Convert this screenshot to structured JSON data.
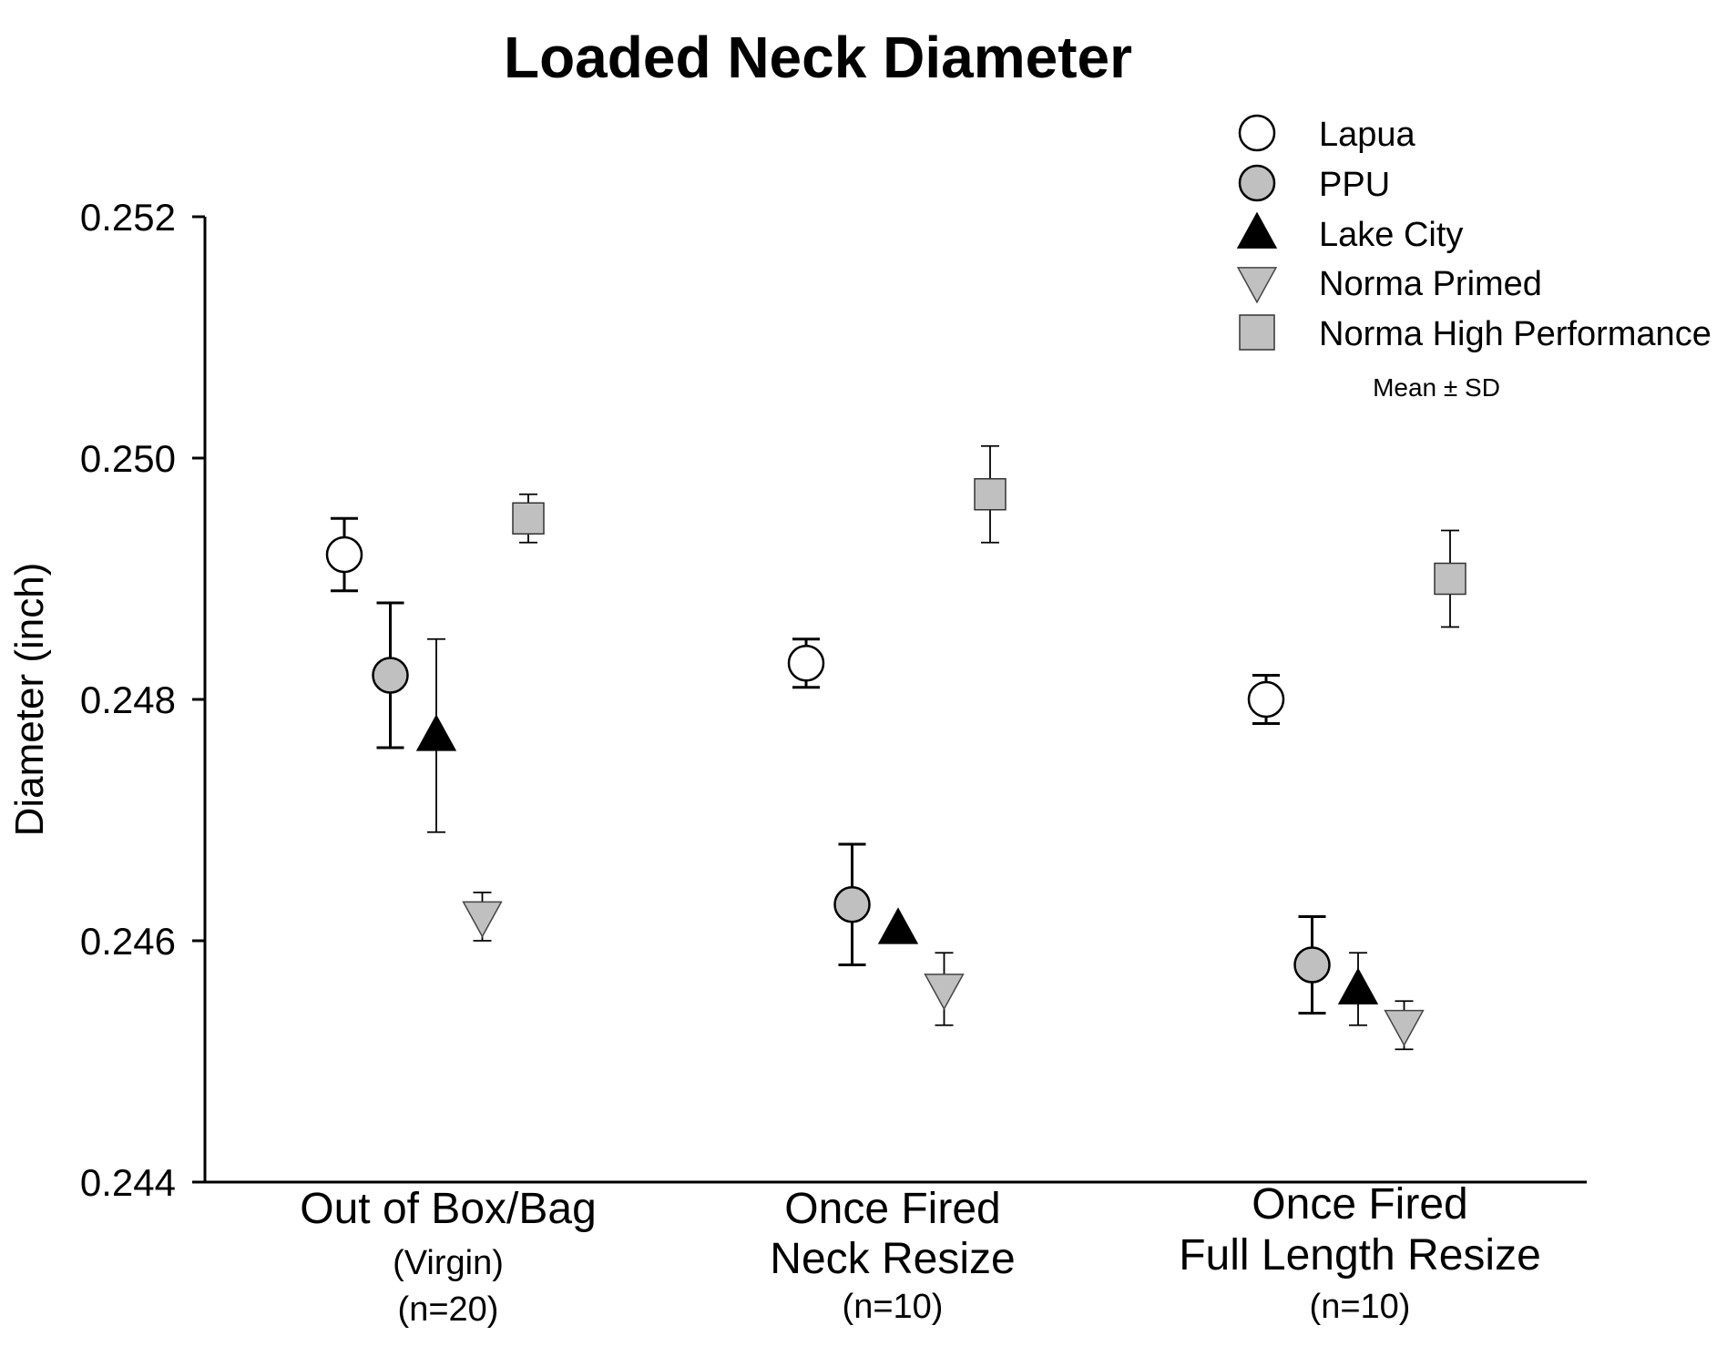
{
  "chart_data": {
    "type": "scatter",
    "title": "Loaded Neck Diameter",
    "ylabel": "Diameter (inch)",
    "xlabel": "",
    "ylim": [
      0.244,
      0.252
    ],
    "yticks": [
      "0.244",
      "0.246",
      "0.248",
      "0.250",
      "0.252"
    ],
    "grid": false,
    "legend_position": "top-right",
    "legend_note": "Mean ± SD",
    "categories": [
      {
        "line1": "Out of Box/Bag",
        "line2": "(Virgin)",
        "line3": "(n=20)"
      },
      {
        "line1": "Once Fired",
        "line2": "Neck Resize",
        "line3": "(n=10)"
      },
      {
        "line1": "Once Fired",
        "line2": "Full Length Resize",
        "line3": "(n=10)"
      }
    ],
    "series": [
      {
        "name": "Lapua",
        "marker": "circle",
        "fill": "#ffffff",
        "values": [
          0.2492,
          0.2483,
          0.248
        ],
        "sd": [
          0.0003,
          0.0002,
          0.0002
        ]
      },
      {
        "name": "PPU",
        "marker": "circle",
        "fill": "#c0c0c0",
        "values": [
          0.2482,
          0.2463,
          0.2458
        ],
        "sd": [
          0.0006,
          0.0005,
          0.0004
        ]
      },
      {
        "name": "Lake City",
        "marker": "triangle-up",
        "fill": "#000000",
        "values": [
          0.2477,
          0.2461,
          0.2456
        ],
        "sd": [
          0.0008,
          0.0,
          0.0003
        ]
      },
      {
        "name": "Norma Primed",
        "marker": "triangle-down",
        "fill": "#c0c0c0",
        "values": [
          0.2462,
          0.2456,
          0.2453
        ],
        "sd": [
          0.0002,
          0.0003,
          0.0002
        ]
      },
      {
        "name": "Norma High Performance",
        "marker": "square",
        "fill": "#c0c0c0",
        "values": [
          0.2495,
          0.2497,
          0.249
        ],
        "sd": [
          0.0002,
          0.0004,
          0.0004
        ]
      }
    ]
  }
}
